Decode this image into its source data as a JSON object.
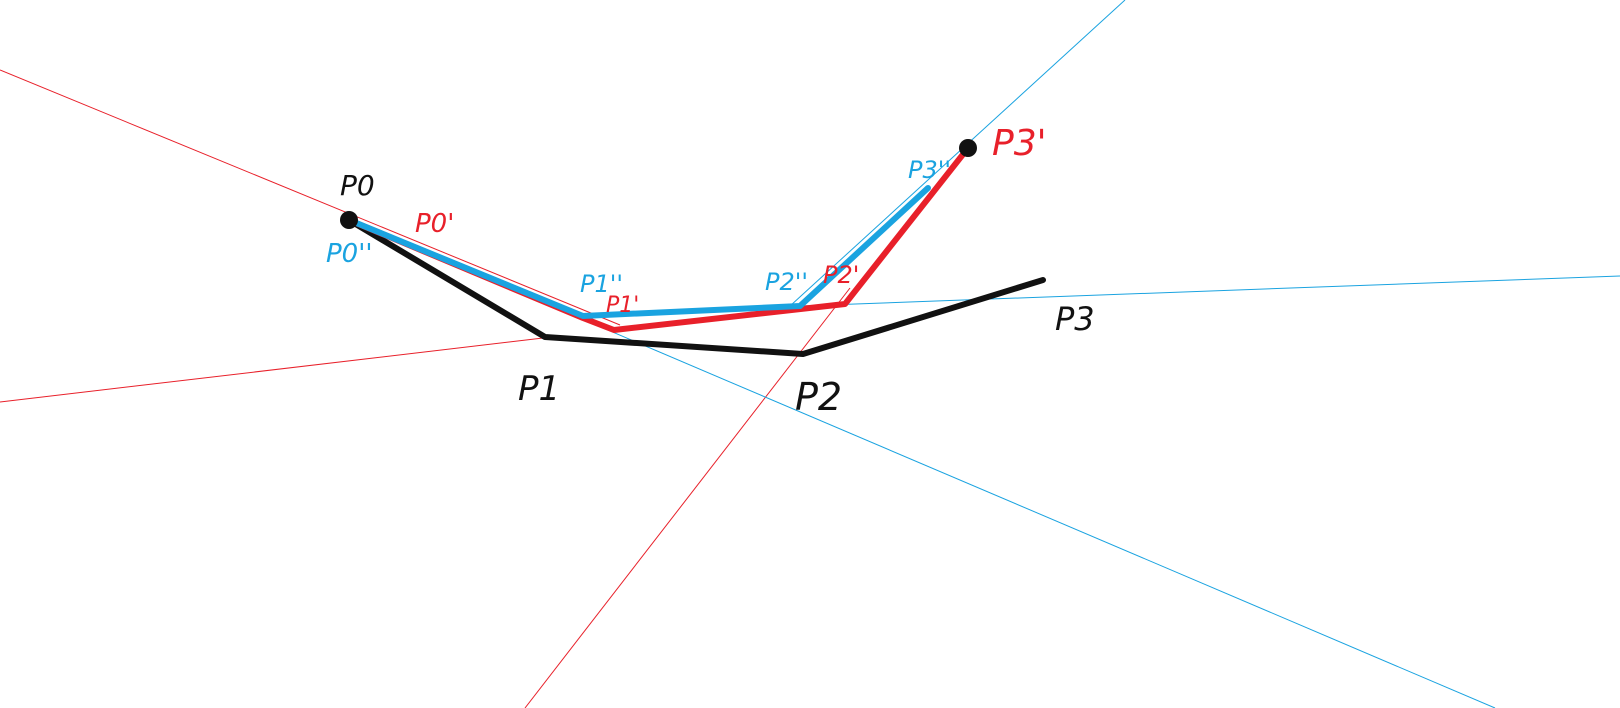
{
  "colors": {
    "black": "#111111",
    "red": "#e8202a",
    "blue": "#1aa3e0"
  },
  "labels": {
    "p0": "P0",
    "p1": "P1",
    "p2": "P2",
    "p3": "P3",
    "p0_prime": "P0'",
    "p1_prime": "P1'",
    "p2_prime": "P2'",
    "p3_prime": "P3'",
    "p0_dprime": "P0''",
    "p1_dprime": "P1''",
    "p2_dprime": "P2''",
    "p3_dprime": "P3''"
  }
}
